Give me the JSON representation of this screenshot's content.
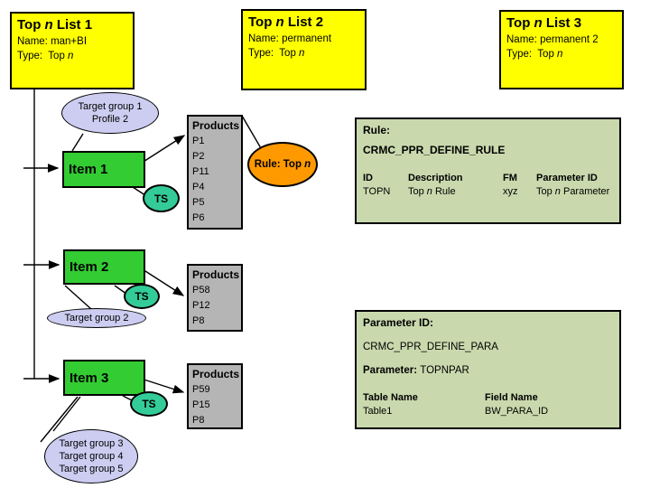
{
  "colors": {
    "yellow": "#FFFF00",
    "green": "#33CC33",
    "teal": "#33CC99",
    "lavender": "#CDCDF2",
    "gray": "#B5B5B5",
    "orange": "#FF9900",
    "sage": "#C9D9AD"
  },
  "lists": [
    {
      "title_pre": "Top ",
      "title_n": "n",
      "title_post": " List 1",
      "name": "Name: man+BI",
      "type_pre": "Type:  Top ",
      "type_n": "n"
    },
    {
      "title_pre": "Top ",
      "title_n": "n",
      "title_post": " List 2",
      "name": "Name: permanent",
      "type_pre": "Type:  Top ",
      "type_n": "n"
    },
    {
      "title_pre": "Top ",
      "title_n": "n",
      "title_post": " List 3",
      "name": "Name: permanent 2",
      "type_pre": "Type:  Top ",
      "type_n": "n"
    }
  ],
  "items": [
    {
      "label": "Item 1"
    },
    {
      "label": "Item 2"
    },
    {
      "label": "Item 3"
    }
  ],
  "ts_label": "TS",
  "target_groups": [
    {
      "lines": [
        "Target group 1",
        "Profile 2"
      ]
    },
    {
      "lines": [
        "Target group 2"
      ]
    },
    {
      "lines": [
        "Target group 3",
        "Target group 4",
        "Target group 5"
      ]
    }
  ],
  "products": [
    {
      "header": "Products",
      "items": [
        "P1",
        "P2",
        "P11",
        "P4",
        "P5",
        "P6"
      ]
    },
    {
      "header": "Products",
      "items": [
        "P58",
        "P12",
        "P8"
      ]
    },
    {
      "header": "Products",
      "items": [
        "P59",
        "P15",
        "P8"
      ]
    }
  ],
  "rule_ellipse": {
    "pre": "Rule: Top ",
    "n": "n"
  },
  "rule_box": {
    "title": "Rule:",
    "code": "CRMC_PPR_DEFINE_RULE",
    "headers": [
      "ID",
      "Description",
      "FM",
      "Parameter ID"
    ],
    "row": {
      "id": "TOPN",
      "desc_pre": "Top ",
      "desc_n": "n",
      "desc_post": " Rule",
      "fm": "xyz",
      "param_pre": "Top ",
      "param_n": "n",
      "param_post": " Parameter"
    }
  },
  "param_box": {
    "title": "Parameter ID:",
    "code": "CRMC_PPR_DEFINE_PARA",
    "param_label": "Parameter: ",
    "param_value": "TOPNPAR",
    "table_header": "Table Name",
    "field_header": "Field Name",
    "table_value": "Table1",
    "field_value": "BW_PARA_ID"
  }
}
